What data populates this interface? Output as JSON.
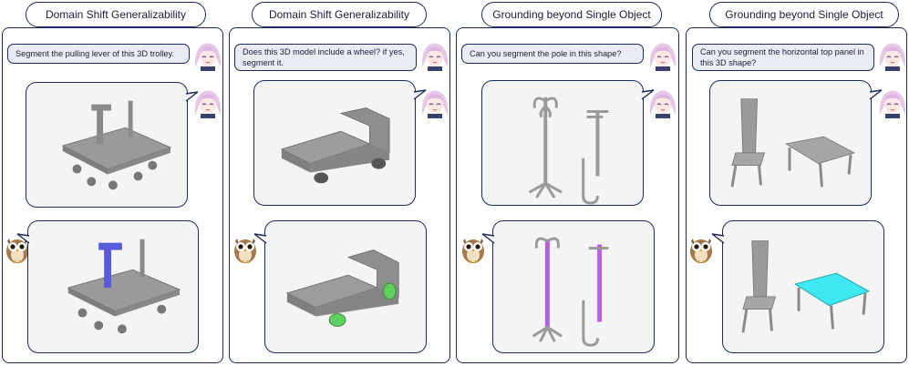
{
  "panels": [
    {
      "title": "Domain Shift Generalizability",
      "question": "Segment the pulling lever of this 3D trolley."
    },
    {
      "title": "Domain Shift Generalizability",
      "question": "Does this 3D model include a wheel? if yes, segment it."
    },
    {
      "title": "Grounding beyond Single Object",
      "question": "Can you segment the pole in this shape?"
    },
    {
      "title": "Grounding beyond Single Object",
      "question": "Can you segment the horizontal top panel in this 3D shape?"
    }
  ],
  "colors": {
    "border": "#1f2a5a",
    "question_bg": "#e9edf3",
    "mesh_gray": "#9a9a9a",
    "highlight_blue": "#5a5bd6",
    "highlight_green": "#5fcf5f",
    "highlight_purple": "#b35fe0",
    "highlight_cyan": "#3fe8f0"
  },
  "icons": {
    "user": "anime-girl-avatar-icon",
    "assistant": "owl-avatar-icon"
  }
}
